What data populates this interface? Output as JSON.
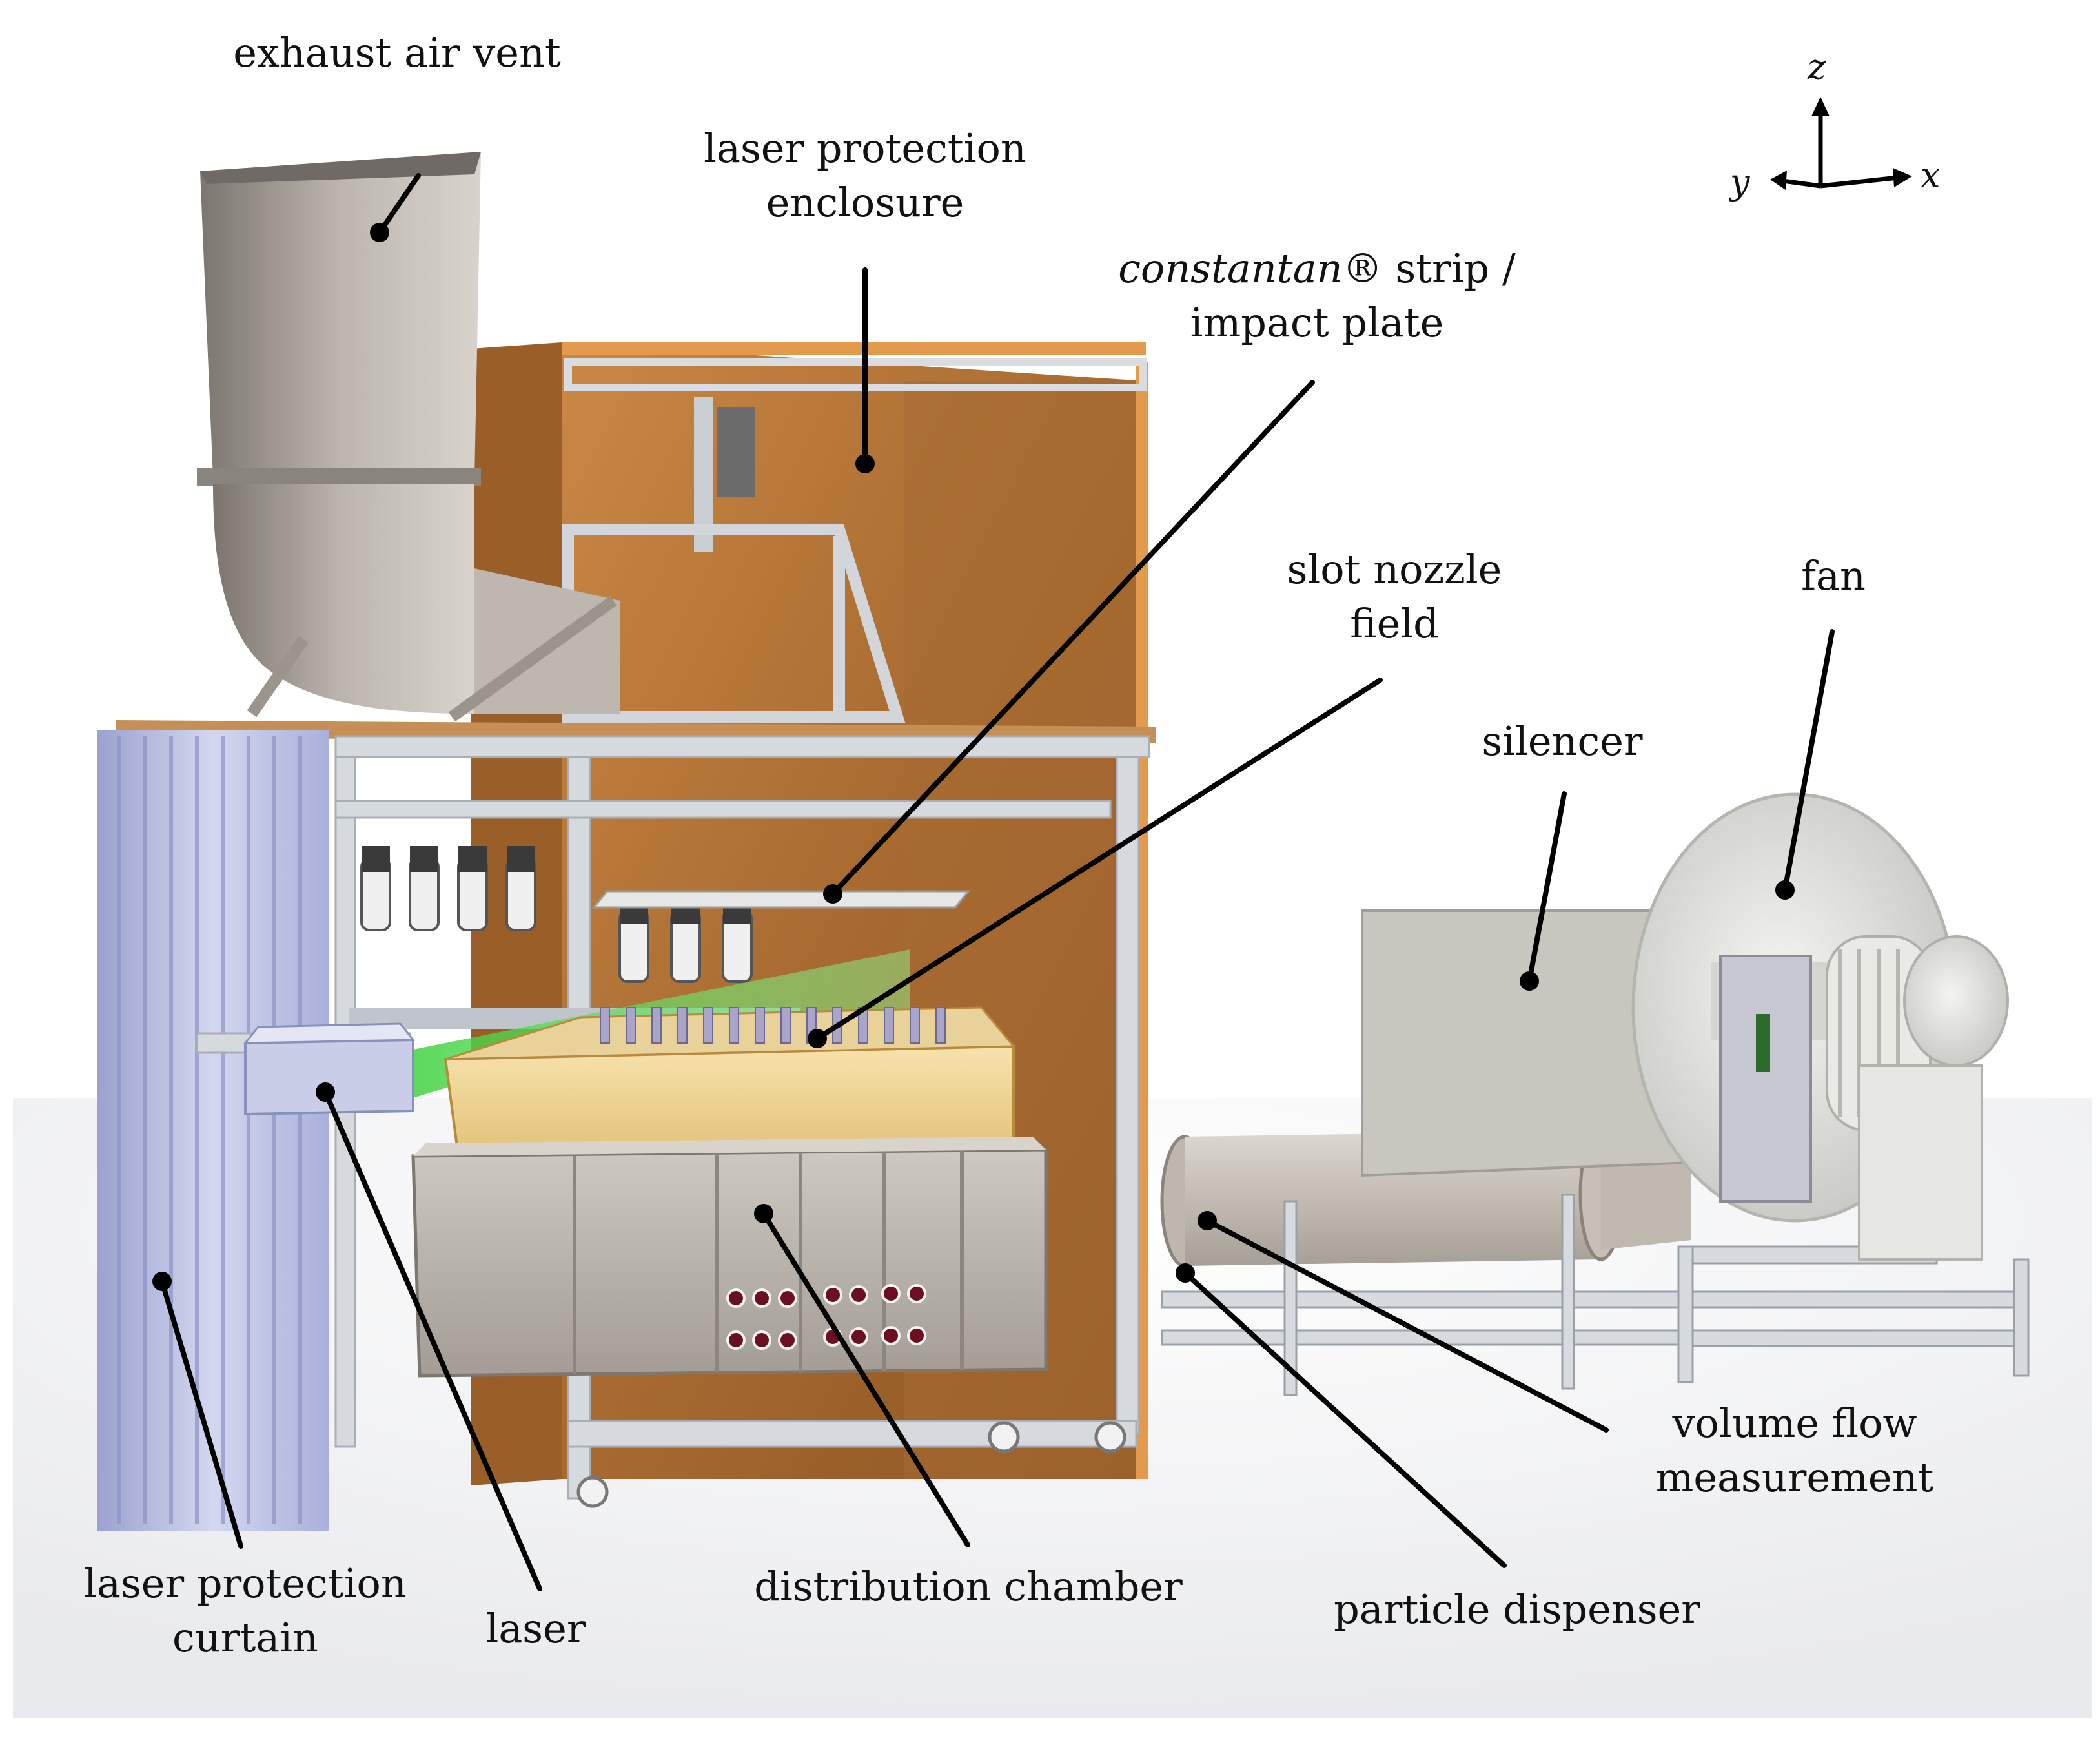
{
  "labels": {
    "exhaust_air_vent": [
      "exhaust air vent"
    ],
    "laser_protection_enclosure": [
      "laser protection",
      "enclosure"
    ],
    "constantan_strip": {
      "italic_part": "constantan",
      "rest_line1": "® strip /",
      "line2": "impact plate"
    },
    "slot_nozzle_field": [
      "slot nozzle",
      "field"
    ],
    "fan": [
      "fan"
    ],
    "silencer": [
      "silencer"
    ],
    "volume_flow_measurement": [
      "volume flow",
      "measurement"
    ],
    "particle_dispenser": [
      "particle dispenser"
    ],
    "distribution_chamber": [
      "distribution chamber"
    ],
    "laser": [
      "laser"
    ],
    "laser_protection_curtain": [
      "laser protection",
      "curtain"
    ]
  },
  "axes": {
    "z": "z",
    "y": "y",
    "x": "x"
  },
  "colors": {
    "wood": "#b8783a",
    "wood_dark": "#8c5524",
    "aluminium": "#cfd3d8",
    "steel": "#b9b4ad",
    "curtain": "#b8bfe3",
    "laser_green": "#4fe04f",
    "nozzle_wood": "#f0d79a",
    "leader": "#000000"
  }
}
